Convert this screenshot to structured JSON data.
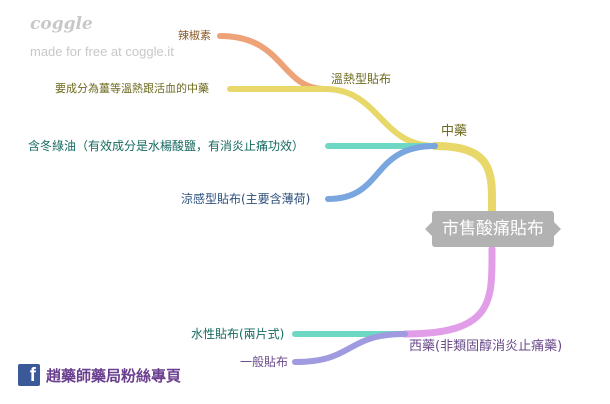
{
  "brand": {
    "logo": "coggle",
    "tagline": "made for free at coggle.it"
  },
  "colors": {
    "orange": "#eea277",
    "yellow": "#e8d869",
    "teal": "#6fd8c4",
    "blue": "#7aa6e0",
    "pink": "#e29de8",
    "purple": "#a09ae0",
    "root": "#b2b2b2"
  },
  "root": {
    "label": "市售酸痛貼布"
  },
  "branches": {
    "chinese": {
      "label": "中藥",
      "sub_heat": {
        "label": "溫熱型貼布",
        "children": [
          "辣椒素",
          "要成分為薑等溫熱跟活血的中藥"
        ]
      },
      "wintergreen": "含冬綠油（有效成分是水楊酸鹽，有消炎止痛功效）",
      "cooling": "涼感型貼布(主要含薄荷)"
    },
    "western": {
      "label": "西藥(非類固醇消炎止痛藥)",
      "children": [
        "水性貼布(兩片式)",
        "一般貼布"
      ]
    }
  },
  "footer": {
    "icon": "facebook-icon",
    "icon_glyph": "f",
    "text": "趙藥師藥局粉絲專頁"
  }
}
